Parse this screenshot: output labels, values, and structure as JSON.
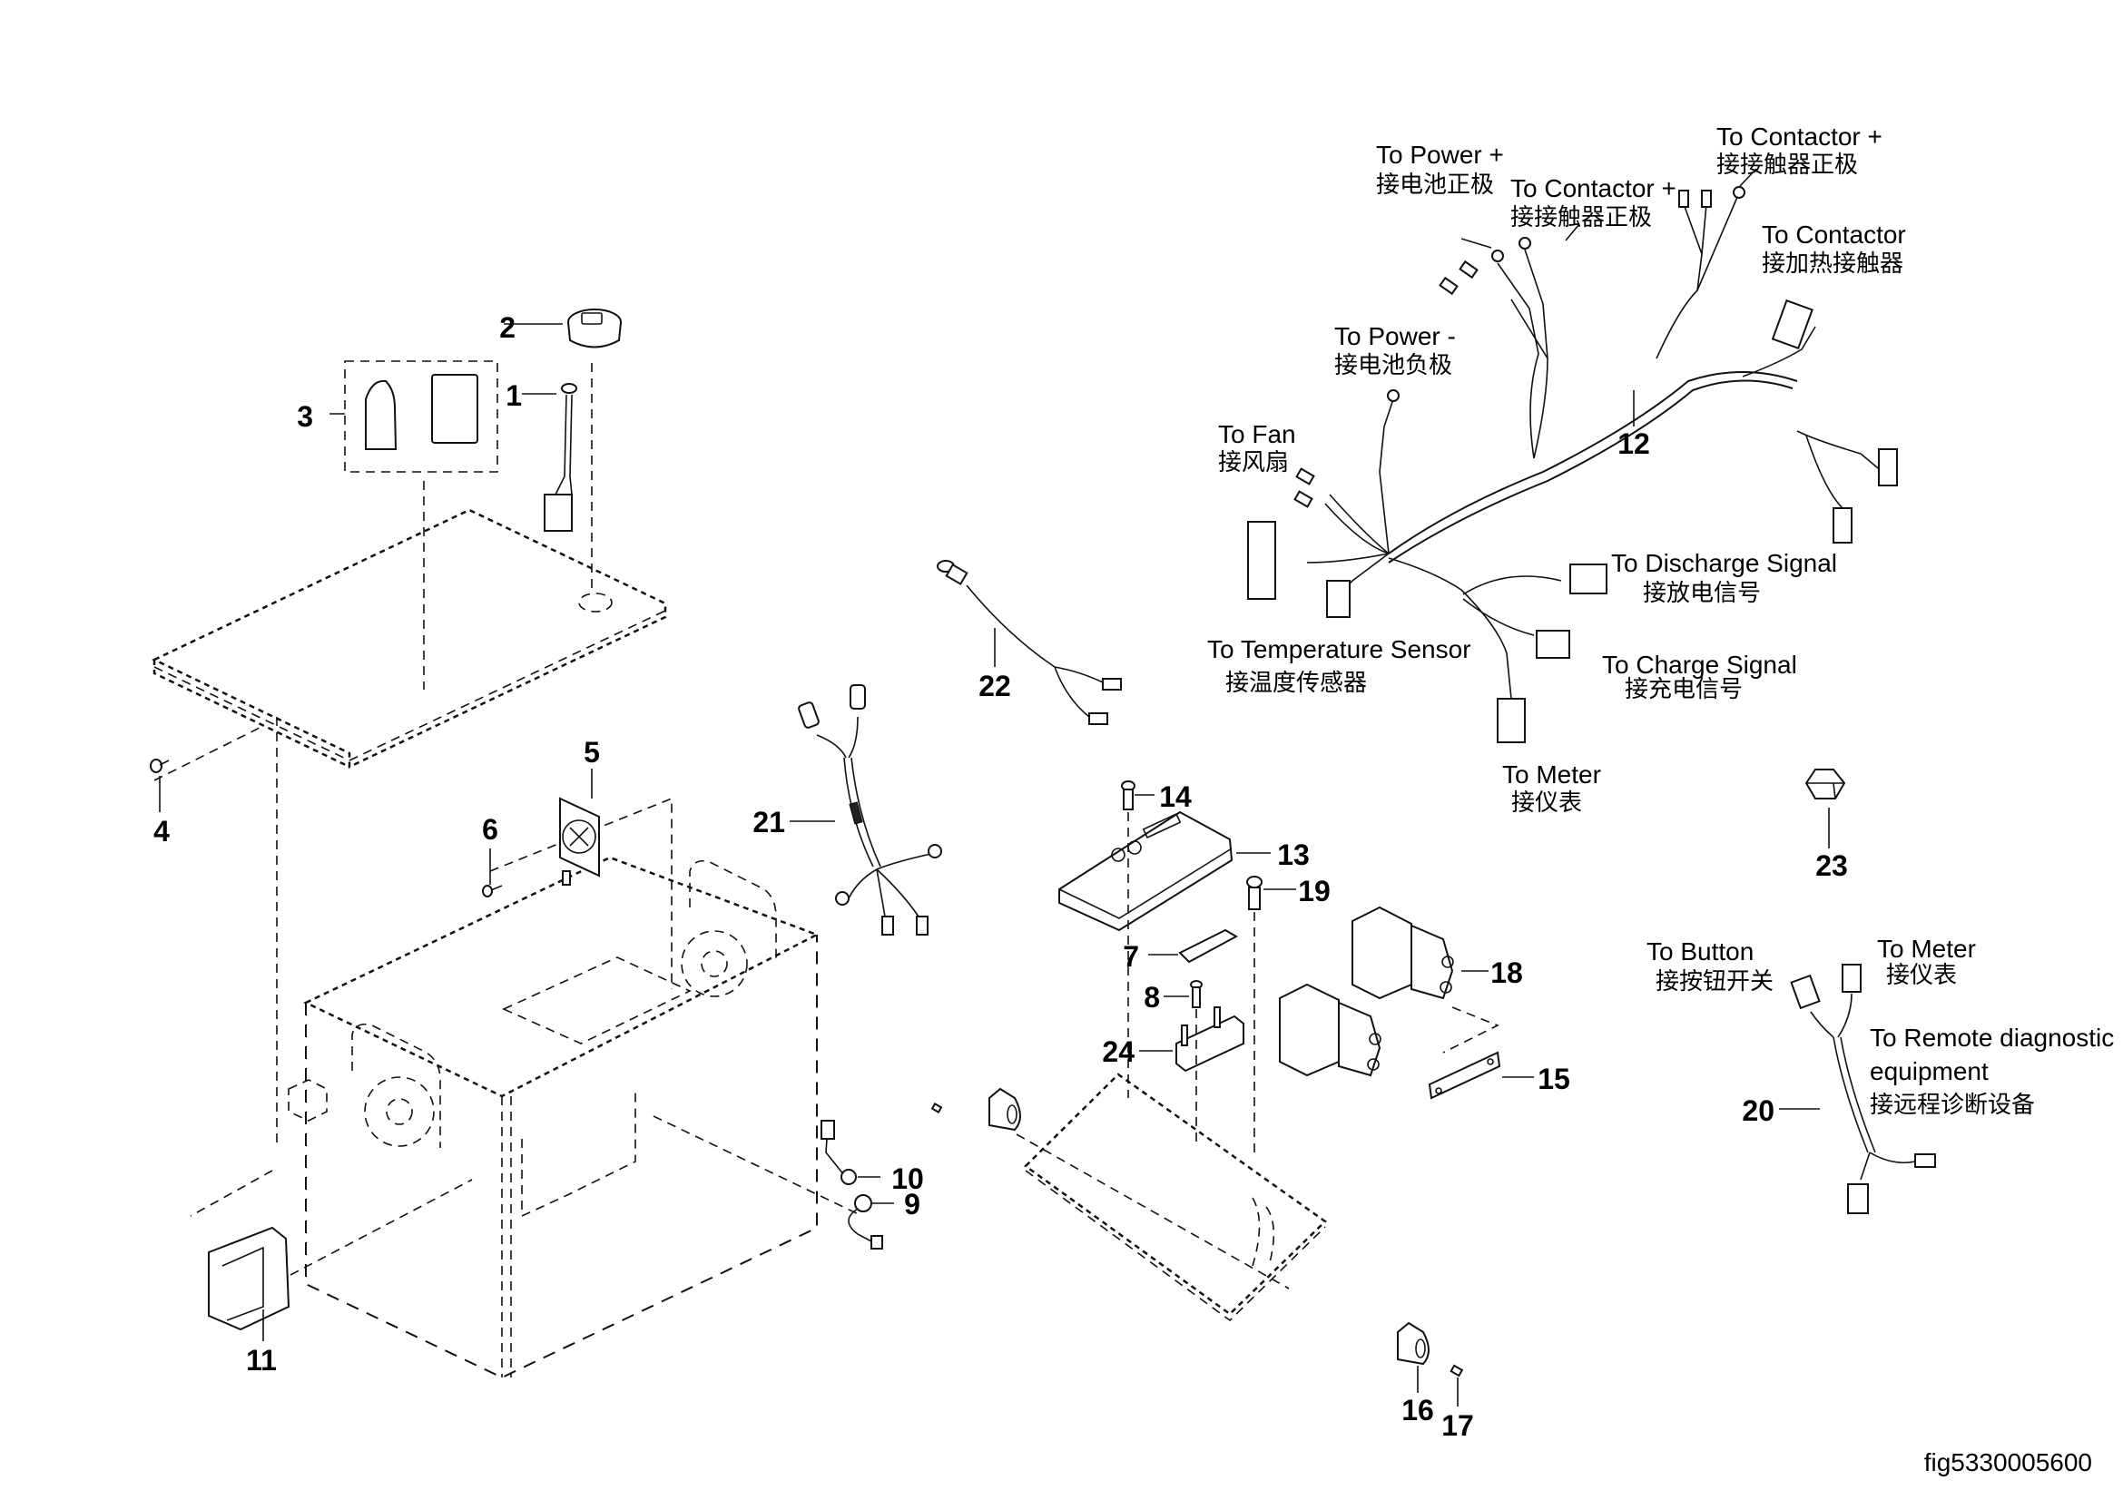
{
  "figure_id": "fig5330005600",
  "callouts": {
    "c1": "1",
    "c2": "2",
    "c3": "3",
    "c4": "4",
    "c5": "5",
    "c6": "6",
    "c7": "7",
    "c8": "8",
    "c9": "9",
    "c10": "10",
    "c11": "11",
    "c12": "12",
    "c13": "13",
    "c14": "14",
    "c15": "15",
    "c16": "16",
    "c17": "17",
    "c18": "18",
    "c19": "19",
    "c20": "20",
    "c21": "21",
    "c22": "22",
    "c23": "23",
    "c24": "24"
  },
  "harness12_labels": {
    "power_pos": {
      "en": "To Power +",
      "cn": "接电池正极"
    },
    "contactor_pos_1": {
      "en": "To Contactor +",
      "cn": "接接触器正极"
    },
    "contactor_pos_2": {
      "en": "To Contactor +",
      "cn": "接接触器正极"
    },
    "contactor_heat": {
      "en": "To Contactor",
      "cn": "接加热接触器"
    },
    "power_neg": {
      "en": "To Power -",
      "cn": "接电池负极"
    },
    "fan": {
      "en": "To Fan",
      "cn": "接风扇"
    },
    "discharge_signal": {
      "en": "To Discharge Signal",
      "cn": "接放电信号"
    },
    "temperature_sensor": {
      "en": "To Temperature Sensor",
      "cn": "接温度传感器"
    },
    "charge_signal": {
      "en": "To Charge Signal",
      "cn": "接充电信号"
    },
    "meter": {
      "en": "To Meter",
      "cn": "接仪表"
    }
  },
  "harness20_labels": {
    "button": {
      "en": "To Button",
      "cn": "接按钮开关"
    },
    "meter": {
      "en": "To Meter",
      "cn": "接仪表"
    },
    "remote_diag": {
      "en_line1": "To Remote diagnostic",
      "en_line2": "equipment",
      "cn": "接远程诊断设备"
    }
  }
}
